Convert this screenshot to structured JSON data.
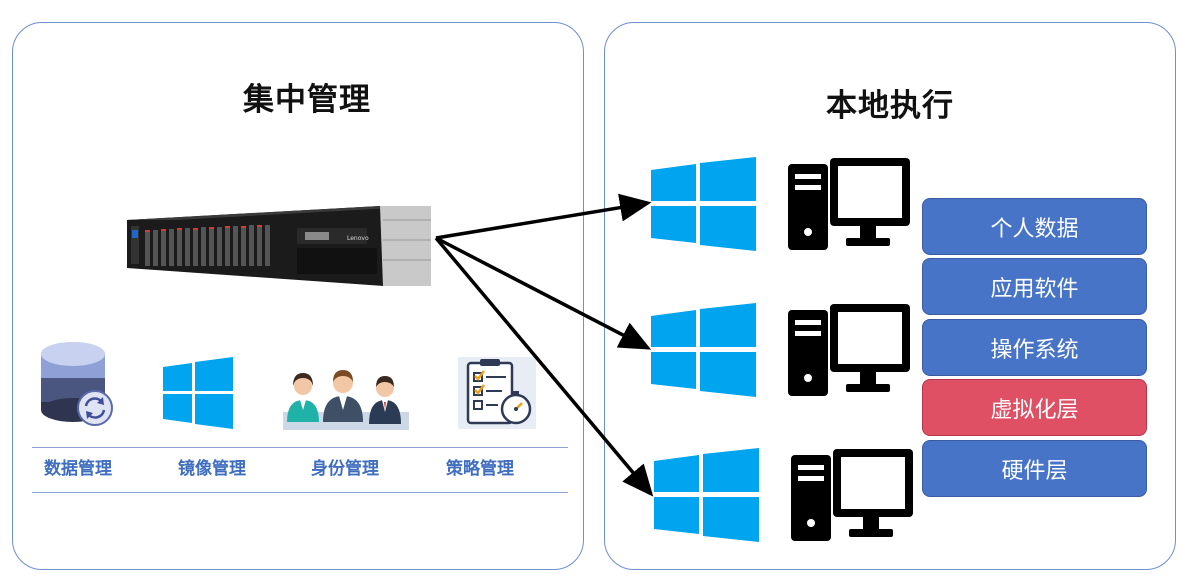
{
  "left_panel": {
    "title": "集中管理",
    "modules": [
      {
        "label": "数据管理",
        "icon": "database-sync-icon"
      },
      {
        "label": "镜像管理",
        "icon": "windows-logo-icon"
      },
      {
        "label": "身份管理",
        "icon": "users-group-icon"
      },
      {
        "label": "策略管理",
        "icon": "policy-checklist-icon"
      }
    ],
    "server_icon": "rack-server-icon",
    "server_brand": "Lenovo"
  },
  "right_panel": {
    "title": "本地执行",
    "clients": [
      {
        "icon": "windows-logo-icon",
        "device": "desktop-computer-icon"
      },
      {
        "icon": "windows-logo-icon",
        "device": "desktop-computer-icon"
      },
      {
        "icon": "windows-logo-icon",
        "device": "desktop-computer-icon"
      }
    ],
    "stack": [
      {
        "label": "个人数据"
      },
      {
        "label": "应用软件"
      },
      {
        "label": "操作系统"
      },
      {
        "label": "虚拟化层"
      },
      {
        "label": "硬件层"
      }
    ]
  },
  "colors": {
    "panel_border": "#6f8fd0",
    "stack_blue": "#4874c8",
    "stack_red": "#e05064",
    "label_blue": "#3f6ec0",
    "windows_blue": "#00a4ef"
  }
}
